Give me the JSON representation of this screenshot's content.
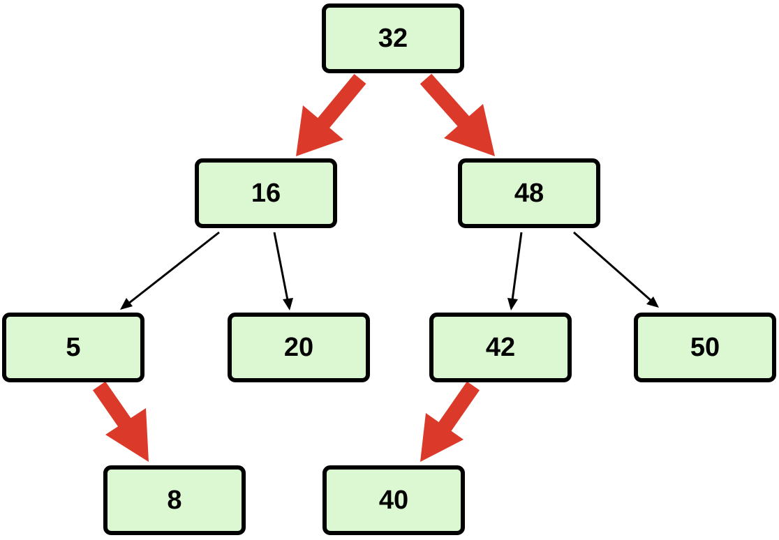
{
  "colors": {
    "node_fill": "#dcf8d2",
    "node_border": "#000000",
    "highlight_arrow": "#db3a2b",
    "normal_arrow": "#000000"
  },
  "nodes": [
    {
      "id": "n32",
      "label": "32"
    },
    {
      "id": "n16",
      "label": "16"
    },
    {
      "id": "n48",
      "label": "48"
    },
    {
      "id": "n5",
      "label": "5"
    },
    {
      "id": "n20",
      "label": "20"
    },
    {
      "id": "n42",
      "label": "42"
    },
    {
      "id": "n50",
      "label": "50"
    },
    {
      "id": "n8",
      "label": "8"
    },
    {
      "id": "n40",
      "label": "40"
    }
  ],
  "edges": [
    {
      "from": "32",
      "to": "16",
      "highlighted": true
    },
    {
      "from": "32",
      "to": "48",
      "highlighted": true
    },
    {
      "from": "16",
      "to": "5",
      "highlighted": false
    },
    {
      "from": "16",
      "to": "20",
      "highlighted": false
    },
    {
      "from": "48",
      "to": "42",
      "highlighted": false
    },
    {
      "from": "48",
      "to": "50",
      "highlighted": false
    },
    {
      "from": "5",
      "to": "8",
      "highlighted": true
    },
    {
      "from": "42",
      "to": "40",
      "highlighted": true
    }
  ]
}
